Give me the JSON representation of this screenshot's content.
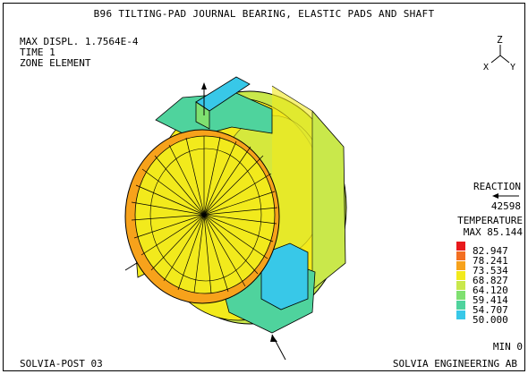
{
  "title": "B96 TILTING-PAD JOURNAL BEARING, ELASTIC PADS AND SHAFT",
  "info": {
    "max_displ": "MAX DISPL. 1.7564E-4",
    "time": "TIME 1",
    "zone": "ZONE ELEMENT"
  },
  "axes": {
    "z": "Z",
    "x": "X",
    "y": "Y"
  },
  "reaction": {
    "label": "REACTION",
    "value": "42598"
  },
  "legend": {
    "title": "TEMPERATURE",
    "max": "MAX 85.144",
    "min": "MIN 0",
    "levels": [
      {
        "value": "82.947",
        "color": "#e8191c"
      },
      {
        "value": "78.241",
        "color": "#f36f21"
      },
      {
        "value": "73.534",
        "color": "#f7a21b"
      },
      {
        "value": "68.827",
        "color": "#f2ea1c"
      },
      {
        "value": "64.120",
        "color": "#c9e84b"
      },
      {
        "value": "59.414",
        "color": "#7fe070"
      },
      {
        "value": "54.707",
        "color": "#4fd39d"
      },
      {
        "value": "50.000",
        "color": "#38c8e8"
      }
    ]
  },
  "footer": {
    "left": "SOLVIA-POST 03",
    "right": "SOLVIA ENGINEERING AB"
  }
}
